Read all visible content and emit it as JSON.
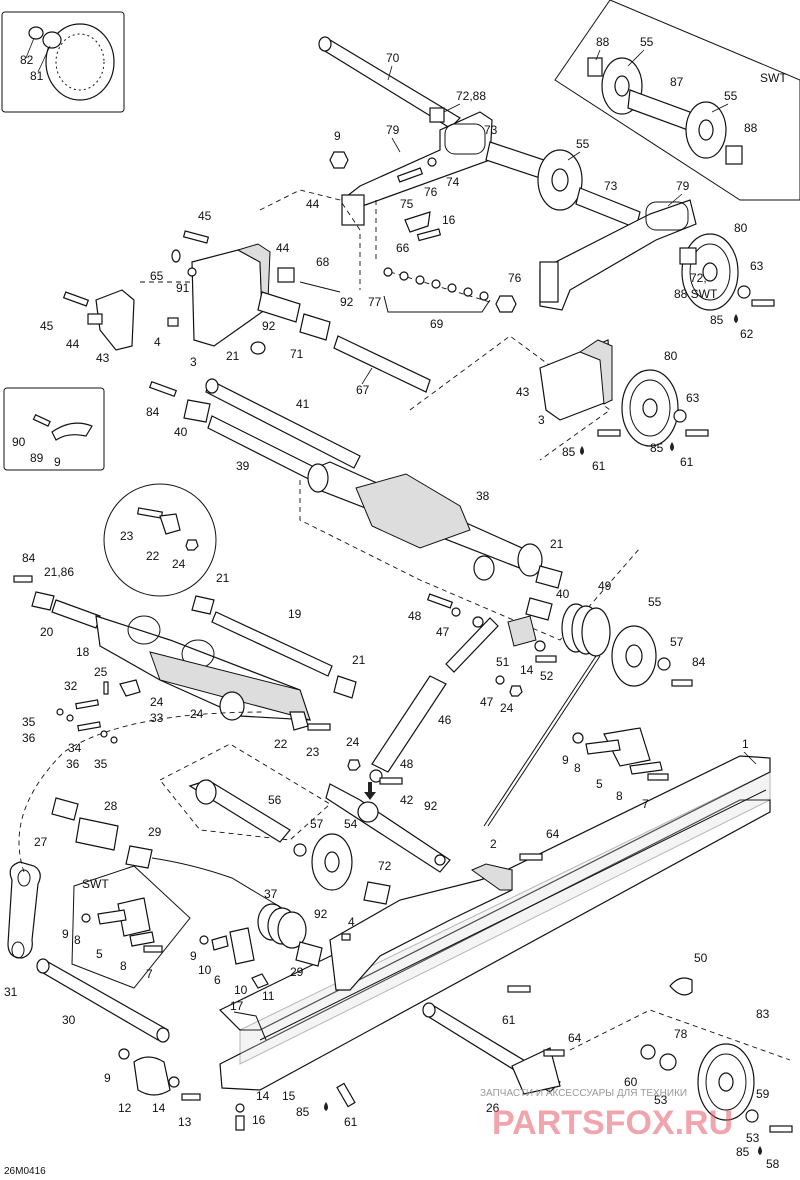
{
  "drawing_code": "26M0416",
  "watermark": {
    "caption": "ЗАПЧАСТИ И АКСЕССУАРЫ ДЛЯ ТЕХНИКИ",
    "brand": "PARTSFOX.RU"
  },
  "variant_labels": {
    "top_right": "SWT",
    "lower_left": "SWT",
    "mid_right": "88 SWT"
  },
  "callouts": {
    "c82": "82",
    "c81": "81",
    "c70": "70",
    "c7288": "72,88",
    "c88a": "88",
    "c55a": "55",
    "c87": "87",
    "c55b": "55",
    "c88b": "88",
    "c9a": "9",
    "c79a": "79",
    "c73a": "73",
    "c55c": "55",
    "c76a": "76",
    "c74": "74",
    "c75": "75",
    "c44a": "44",
    "c16a": "16",
    "c73b": "73",
    "c79b": "79",
    "c66": "66",
    "c45a": "45",
    "c44b": "44",
    "c68": "68",
    "c80a": "80",
    "c65": "65",
    "c91": "91",
    "c76b": "76",
    "c63a": "63",
    "c72b": "72,",
    "c92a": "92",
    "c77": "77",
    "c45b": "45",
    "c44c": "44",
    "c43a": "43",
    "c4a": "4",
    "c92b": "92",
    "c69": "69",
    "c85a": "85",
    "c62": "62",
    "c3a": "3",
    "c21a": "21",
    "c71": "71",
    "c67": "67",
    "c80b": "80",
    "c84a": "84",
    "c41": "41",
    "c43b": "43",
    "c63b": "63",
    "c90": "90",
    "c40a": "40",
    "c89": "89",
    "c9b": "9",
    "c3b": "3",
    "c85b": "85",
    "c61a": "61",
    "c85c": "85",
    "c61b": "61",
    "c39": "39",
    "c38": "38",
    "c23a": "23",
    "c22a": "22",
    "c24a": "24",
    "c21b": "21",
    "c84b": "84",
    "c2186": "21,86",
    "c21c": "21",
    "c40b": "40",
    "c49": "49",
    "c20": "20",
    "c19": "19",
    "c48a": "48",
    "c47a": "47",
    "c55d": "55",
    "c18": "18",
    "c57a": "57",
    "c21d": "21",
    "c51": "51",
    "c14a": "14",
    "c84c": "84",
    "c52": "52",
    "c25": "25",
    "c32": "32",
    "c24b": "24",
    "c33": "33",
    "c47b": "47",
    "c24c": "24",
    "c35a": "35",
    "c36a": "36",
    "c24d": "24",
    "c46": "46",
    "c34": "34",
    "c36b": "36",
    "c35b": "35",
    "c22b": "22",
    "c23b": "23",
    "c1": "1",
    "c24e": "24",
    "c48b": "48",
    "c9c": "9",
    "c8a": "8",
    "c5a": "5",
    "c8b": "8",
    "c7a": "7",
    "c56": "56",
    "c42": "42",
    "c92c": "92",
    "c28": "28",
    "c27": "27",
    "c29a": "29",
    "c57b": "57",
    "c54": "54",
    "c64a": "64",
    "c2": "2",
    "c72c": "72",
    "c37": "37",
    "c92d": "92",
    "c9d": "9",
    "c8c": "8",
    "c5b": "5",
    "c8d": "8",
    "c7b": "7",
    "c4b": "4",
    "c9e": "9",
    "c10a": "10",
    "c6": "6",
    "c29b": "29",
    "c50": "50",
    "c10b": "10",
    "c11": "11",
    "c31": "31",
    "c17": "17",
    "c30": "30",
    "c61c": "61",
    "c83": "83",
    "c64b": "64",
    "c78": "78",
    "c9f": "9",
    "c60": "60",
    "c12": "12",
    "c14b": "14",
    "c13": "13",
    "c14c": "14",
    "c15": "15",
    "c85d": "85",
    "c61d": "61",
    "c16b": "16",
    "c26": "26",
    "c59": "59",
    "c53a": "53",
    "c53b": "53",
    "c85e": "85",
    "c58": "58"
  }
}
